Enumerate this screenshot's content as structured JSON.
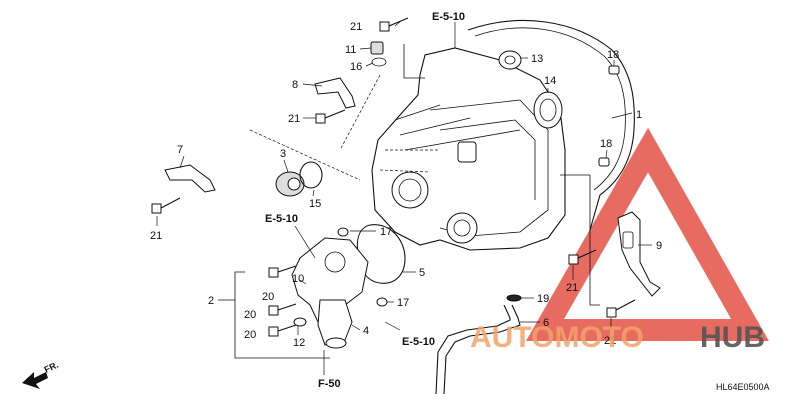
{
  "diagram": {
    "callouts": [
      {
        "id": "c1",
        "text": "1"
      },
      {
        "id": "c2",
        "text": "2"
      },
      {
        "id": "c3",
        "text": "3"
      },
      {
        "id": "c4",
        "text": "4"
      },
      {
        "id": "c5",
        "text": "5"
      },
      {
        "id": "c6",
        "text": "6"
      },
      {
        "id": "c7",
        "text": "7"
      },
      {
        "id": "c8",
        "text": "8"
      },
      {
        "id": "c9",
        "text": "9"
      },
      {
        "id": "c10",
        "text": "10"
      },
      {
        "id": "c11",
        "text": "11"
      },
      {
        "id": "c12",
        "text": "12"
      },
      {
        "id": "c13",
        "text": "13"
      },
      {
        "id": "c14",
        "text": "14"
      },
      {
        "id": "c15",
        "text": "15"
      },
      {
        "id": "c16",
        "text": "16"
      },
      {
        "id": "c17a",
        "text": "17"
      },
      {
        "id": "c17b",
        "text": "17"
      },
      {
        "id": "c18a",
        "text": "18"
      },
      {
        "id": "c18b",
        "text": "18"
      },
      {
        "id": "c19",
        "text": "19"
      },
      {
        "id": "c20a",
        "text": "20"
      },
      {
        "id": "c20b",
        "text": "20"
      },
      {
        "id": "c20c",
        "text": "20"
      },
      {
        "id": "c21a",
        "text": "21"
      },
      {
        "id": "c21b",
        "text": "21"
      },
      {
        "id": "c21c",
        "text": "21"
      },
      {
        "id": "c21d",
        "text": "21"
      },
      {
        "id": "c21e",
        "text": "21"
      },
      {
        "id": "c21f",
        "text": "21"
      }
    ],
    "refs": [
      {
        "id": "r1",
        "text": "E-5-10"
      },
      {
        "id": "r2",
        "text": "E-5-10"
      },
      {
        "id": "r3",
        "text": "E-5-10"
      },
      {
        "id": "r4",
        "text": "F-50"
      }
    ],
    "direction_label": "FR.",
    "diagram_code": "HL64E0500A",
    "watermark": {
      "part1": "AUTOMOTO",
      "part2": "HUB"
    },
    "colors": {
      "watermark_red": "#e03a2e",
      "watermark_orange": "#f2a36b",
      "watermark_gray": "#555555"
    }
  }
}
